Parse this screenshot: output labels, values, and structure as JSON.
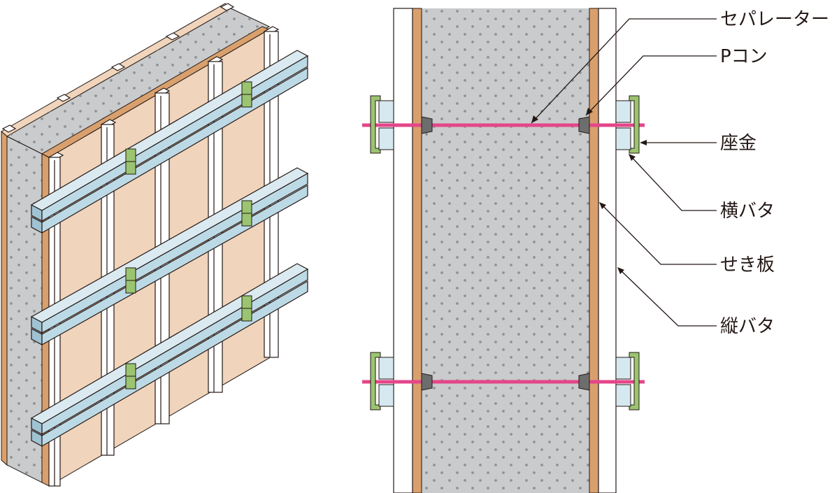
{
  "labels": {
    "separator": "セパレーター",
    "p_cone": "Pコン",
    "washer": "座金",
    "horizontal_batten": "横バタ",
    "formwork_panel": "せき板",
    "vertical_batten": "縦バタ"
  },
  "colors": {
    "concrete": "#c9cbcc",
    "concrete_dots": "#8f9194",
    "panel_face": "#f0d4bb",
    "panel_edge": "#d9a06d",
    "horizontal_pipe": "#bcd9e6",
    "clamp": "#9bc470",
    "separator": "#e4468a",
    "p_cone": "#6d6d6d",
    "batten": "#ffffff",
    "line": "#231815"
  }
}
